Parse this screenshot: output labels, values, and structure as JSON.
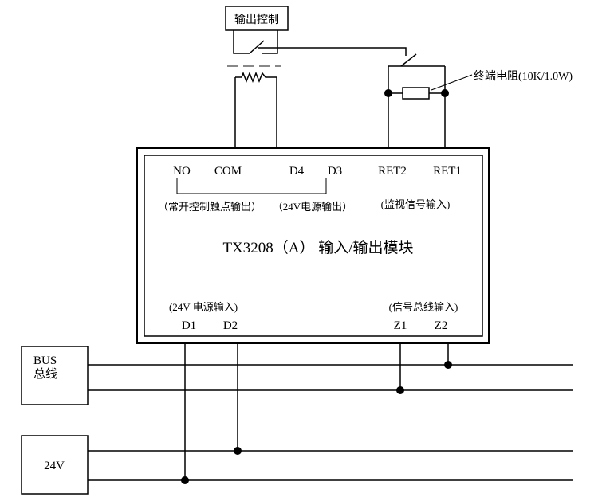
{
  "output_control": {
    "label": "输出控制"
  },
  "terminal_resistor": {
    "label": "终端电阻(10K/1.0W)"
  },
  "module": {
    "title": "TX3208（A） 输入/输出模块",
    "terminals_top": [
      "NO",
      "COM",
      "D4",
      "D3",
      "RET2",
      "RET1"
    ],
    "label_no_com": "（常开控制触点输出）",
    "label_d4_d3": "（24V电源输出）",
    "label_ret": "(监视信号输入)",
    "label_d1_d2": "(24V 电源输入)",
    "label_z1_z2": "(信号总线输入)",
    "terminals_bottom": [
      "D1",
      "D2",
      "Z1",
      "Z2"
    ]
  },
  "bus_box": {
    "line1": "BUS",
    "line2": "总线"
  },
  "power_box": {
    "label": "24V"
  },
  "colors": {
    "line": "#000000",
    "background": "#ffffff",
    "dashed_link": "#888888"
  }
}
